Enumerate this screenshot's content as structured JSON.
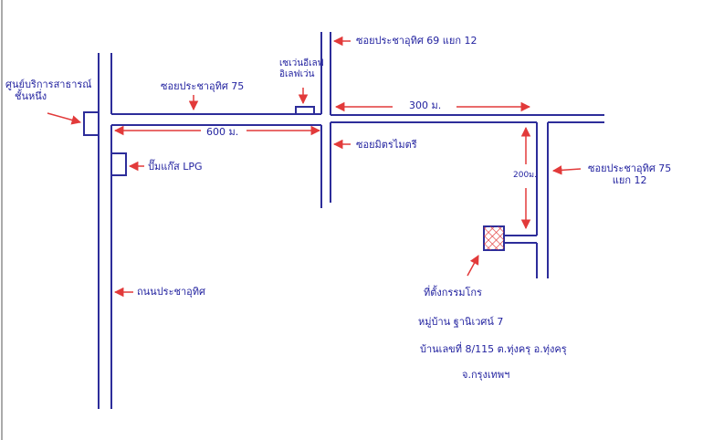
{
  "colors": {
    "road": "#2d2d9a",
    "arrow": "#e23a3a",
    "text": "#2323a0",
    "hatch": "#e23a3a"
  },
  "labels": {
    "community_hall": [
      "ศูนย์บริการสาธารณ์",
      "ชั้นหนึ่ง"
    ],
    "soi_75": "ซอยประชาอุทิศ 75",
    "seven_eleven": [
      "เซเว่นอีเลฟ",
      "อิเลฟเว่น"
    ],
    "soi_69_12": "ซอยประชาอุทิศ 69 แยก 12",
    "dist_300": "300 ม.",
    "dist_600": "600 ม.",
    "soi_mitr": "ซอยมิตรไมตรี",
    "lpg": "ปั๊มแก๊ส LPG",
    "soi_75_12": [
      "ซอยประชาอุทิศ 75",
      "แยก 12"
    ],
    "dist_200": "200ม.",
    "main_road": "ถนนประชาอุทิศ",
    "office": "ที่ตั้งกรรมโกร",
    "village": "หมู่บ้าน ฐานิเวศน์ 7",
    "address": "บ้านเลขที่ 8/115 ต.ทุ่งครุ อ.ทุ่งครุ",
    "province": "จ.กรุงเทพฯ"
  }
}
